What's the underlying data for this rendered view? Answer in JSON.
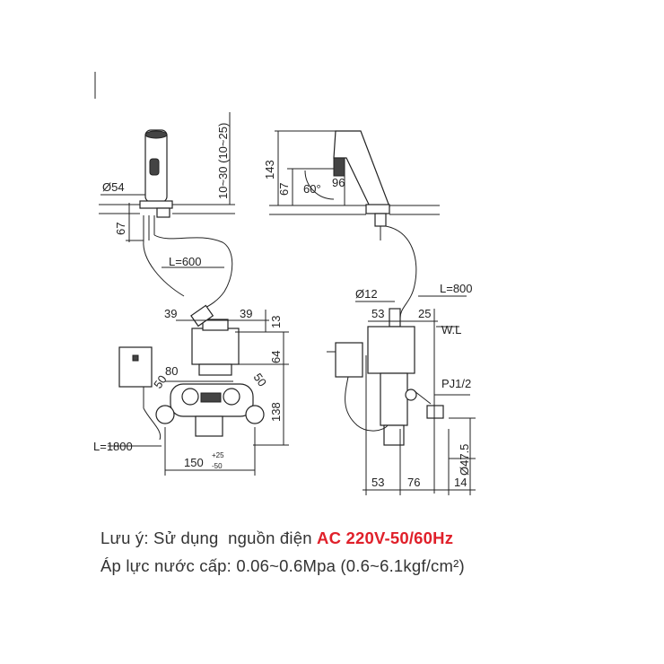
{
  "dimensions": {
    "dia54": "Ø54",
    "h10_30": "10~30 (10~25)",
    "h67_left": "67",
    "h143": "143",
    "h67_right": "67",
    "angle60": "60°",
    "d96": "96",
    "l600": "L=600",
    "dia12": "Ø12",
    "l800": "L=800",
    "d39_left": "39",
    "d39_right": "39",
    "d13": "13",
    "d53_top": "53",
    "d25": "25",
    "wl": "W.L",
    "d80": "80",
    "d64": "64",
    "d50_left": "50",
    "d50_right": "50",
    "d138": "138",
    "l1800": "L=1800",
    "d150": "150",
    "tol_plus": "+25",
    "tol_minus": "-50",
    "pj": "PJ1/2",
    "dia47_5": "Ø47.5",
    "d53_bottom": "53",
    "d76": "76",
    "d14": "14"
  },
  "notes": {
    "line1_prefix": "Lưu ý: Sử dụng  nguồn điện ",
    "line1_highlight": "AC 220V-50/60Hz",
    "line2": "Áp lực nước cấp: 0.06~0.6Mpa (0.6~6.1kgf/cm²)"
  },
  "colors": {
    "highlight": "#e0202a",
    "ink": "#222222"
  }
}
